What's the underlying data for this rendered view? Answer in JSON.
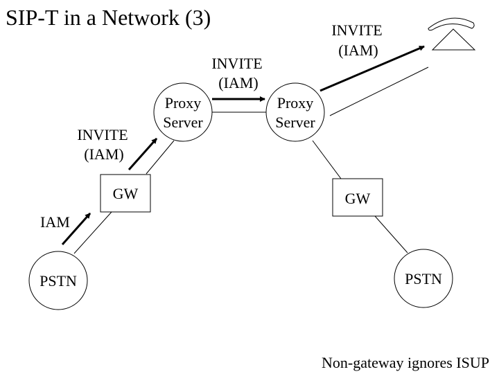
{
  "slide": {
    "title": "SIP-T in a Network (3)",
    "footnote": "Non-gateway ignores ISUP"
  },
  "nodes": {
    "pstn_left": "PSTN",
    "gw_left": "GW",
    "proxy_left": [
      "Proxy",
      "Server"
    ],
    "proxy_right": [
      "Proxy",
      "Server"
    ],
    "gw_right": "GW",
    "pstn_right": "PSTN",
    "phone": "telephone-icon"
  },
  "messages": {
    "pstn_to_gw": [
      "IAM"
    ],
    "gw_to_proxy": [
      "INVITE",
      "(IAM)"
    ],
    "proxy_to_proxy": [
      "INVITE",
      "(IAM)"
    ],
    "proxy_to_phone": [
      "INVITE",
      "(IAM)"
    ]
  },
  "colors": {
    "stroke": "#000000",
    "background": "#ffffff"
  }
}
